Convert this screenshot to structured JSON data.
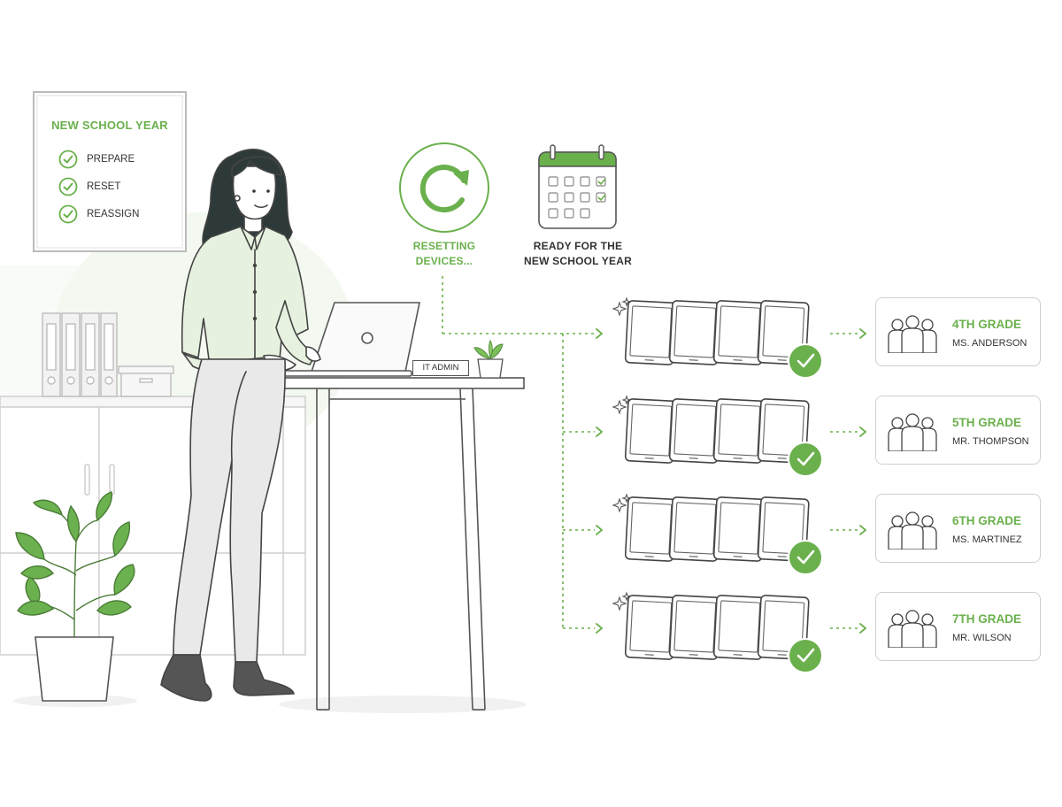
{
  "colors": {
    "accent": "#6ab04c",
    "accent_light": "#e6f2df",
    "line": "#555555",
    "text": "#333333"
  },
  "poster": {
    "title": "NEW SCHOOL YEAR",
    "items": [
      {
        "label": "PREPARE",
        "icon": "check-circle-icon"
      },
      {
        "label": "RESET",
        "icon": "check-circle-icon"
      },
      {
        "label": "REASSIGN",
        "icon": "check-circle-icon"
      }
    ]
  },
  "status": {
    "resetting_label": "RESETTING\nDEVICES...",
    "resetting_icon": "refresh-icon",
    "ready_label": "READY FOR THE\nNEW SCHOOL YEAR",
    "ready_icon": "calendar-icon"
  },
  "desk": {
    "name_tag": "IT ADMIN"
  },
  "groups": [
    {
      "grade": "4TH GRADE",
      "teacher": "MS. ANDERSON",
      "tablets": 4,
      "icon": "people-icon"
    },
    {
      "grade": "5TH GRADE",
      "teacher": "MR. THOMPSON",
      "tablets": 4,
      "icon": "people-icon"
    },
    {
      "grade": "6TH GRADE",
      "teacher": "MS. MARTINEZ",
      "tablets": 4,
      "icon": "people-icon"
    },
    {
      "grade": "7TH GRADE",
      "teacher": "MR. WILSON",
      "tablets": 4,
      "icon": "people-icon"
    }
  ]
}
